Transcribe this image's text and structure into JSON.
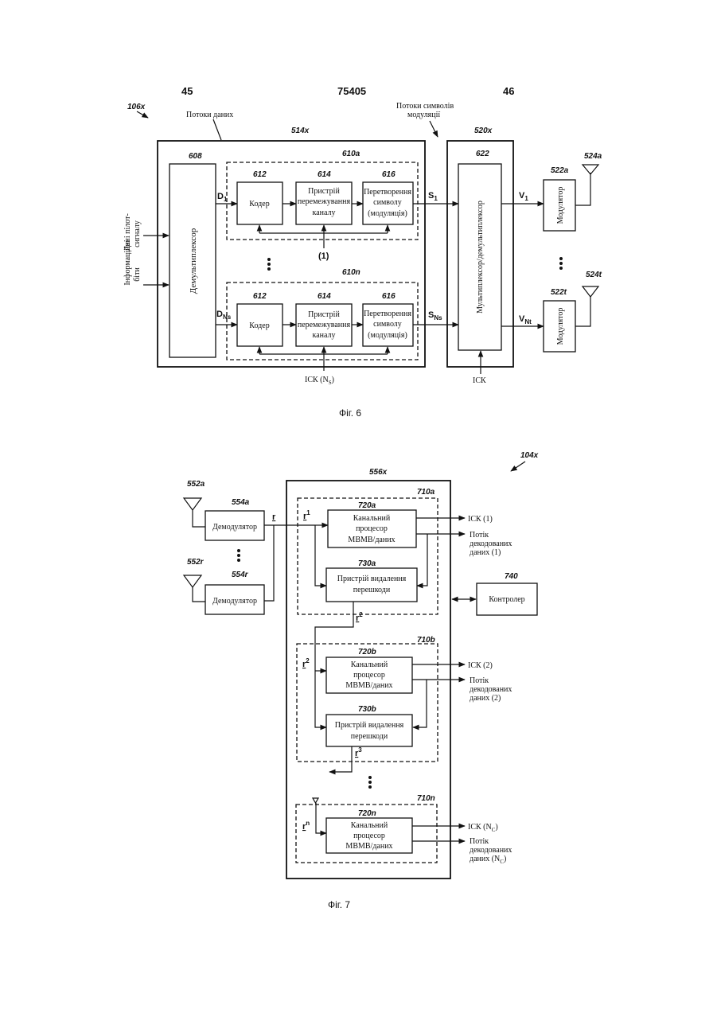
{
  "header": {
    "left": "45",
    "center": "75405",
    "right": "46"
  },
  "fig6": {
    "ref_system": "106x",
    "data_streams": "Потоки даних",
    "symbol_streams_1": "Потоки символів",
    "symbol_streams_2": "модуляції",
    "ref_tx_proc": "514x",
    "ref_demux": "608",
    "demux_label": "Демультиплексор",
    "input_info_1": "Інформаційні",
    "input_info_2": "біти",
    "input_pilot_1": "Дані пілот-",
    "input_pilot_2": "сигналу",
    "ch_a": {
      "ref": "610a",
      "d": "D",
      "d_sub": "1",
      "s": "S",
      "s_sub": "1",
      "ref_coder": "612",
      "coder": "Кодер",
      "ref_inter": "614",
      "inter_1": "Пристрій",
      "inter_2": "перемежування",
      "inter_3": "каналу",
      "ref_map": "616",
      "map_1": "Перетворення",
      "map_2": "символу",
      "map_3": "(модуляція)",
      "csi": "(1)"
    },
    "ch_n": {
      "ref": "610n",
      "d": "D",
      "d_sub": "Ns",
      "s": "S",
      "s_sub": "Ns",
      "ref_coder": "612",
      "coder": "Кодер",
      "ref_inter": "614",
      "inter_1": "Пристрій",
      "inter_2": "перемежування",
      "inter_3": "каналу",
      "ref_map": "616",
      "map_1": "Перетворення",
      "map_2": "символу",
      "map_3": "(модуляція)",
      "csi": "ІСК (N",
      "csi_sub": "S",
      "csi_end": ")"
    },
    "ref_mux_block": "520x",
    "ref_mux": "622",
    "mux_label": "Мультиплексор/демультиплексор",
    "mux_csi": "ІСК",
    "mod_1": {
      "ref": "522a",
      "ant": "524a",
      "v": "V",
      "v_sub": "1",
      "label": "Модулятор"
    },
    "mod_t": {
      "ref": "522t",
      "ant": "524t",
      "v": "V",
      "v_sub": "Nt",
      "label": "Модулятор"
    },
    "caption": "Фіг. 6"
  },
  "fig7": {
    "ref_system": "104x",
    "ref_rx": "556x",
    "ant_a": "552a",
    "ant_r": "552r",
    "demod_a_ref": "554a",
    "demod_r_ref": "554r",
    "demod_a": "Демодулятор",
    "demod_r": "Демодулятор",
    "r_main": "r",
    "stage_a": {
      "ref": "710a",
      "r_in": "r",
      "r_in_sup": "1",
      "ref_proc": "720a",
      "proc_1": "Канальний",
      "proc_2": "процесор",
      "proc_3": "МВМВ/даних",
      "ref_ic": "730a",
      "ic_1": "Пристрій видалення",
      "ic_2": "перешкоди",
      "r_out": "r",
      "r_out_sup": "2",
      "csi": "ІСК (1)",
      "stream_1": "Потік",
      "stream_2": "декодованих",
      "stream_3": "даних (1)"
    },
    "stage_b": {
      "ref": "710b",
      "r_in": "r",
      "r_in_sup": "2",
      "ref_proc": "720b",
      "proc_1": "Канальний",
      "proc_2": "процесор",
      "proc_3": "МВМВ/даних",
      "ref_ic": "730b",
      "ic_1": "Пристрій видалення",
      "ic_2": "перешкоди",
      "r_out": "r",
      "r_out_sup": "3",
      "csi": "ІСК (2)",
      "stream_1": "Потік",
      "stream_2": "декодованих",
      "stream_3": "даних (2)"
    },
    "stage_n": {
      "ref": "710n",
      "r_in": "r",
      "r_in_sup": "n",
      "ref_proc": "720n",
      "proc_1": "Канальний",
      "proc_2": "процесор",
      "proc_3": "МВМВ/даних",
      "csi": "ІСК (N",
      "csi_sub": "C",
      "csi_end": ")",
      "stream_1": "Потік",
      "stream_2": "декодованих",
      "stream_3": "даних (N",
      "stream_3_sub": "C",
      "stream_3_end": ")"
    },
    "ref_ctrl": "740",
    "controller": "Контролер",
    "caption": "Фіг. 7"
  }
}
